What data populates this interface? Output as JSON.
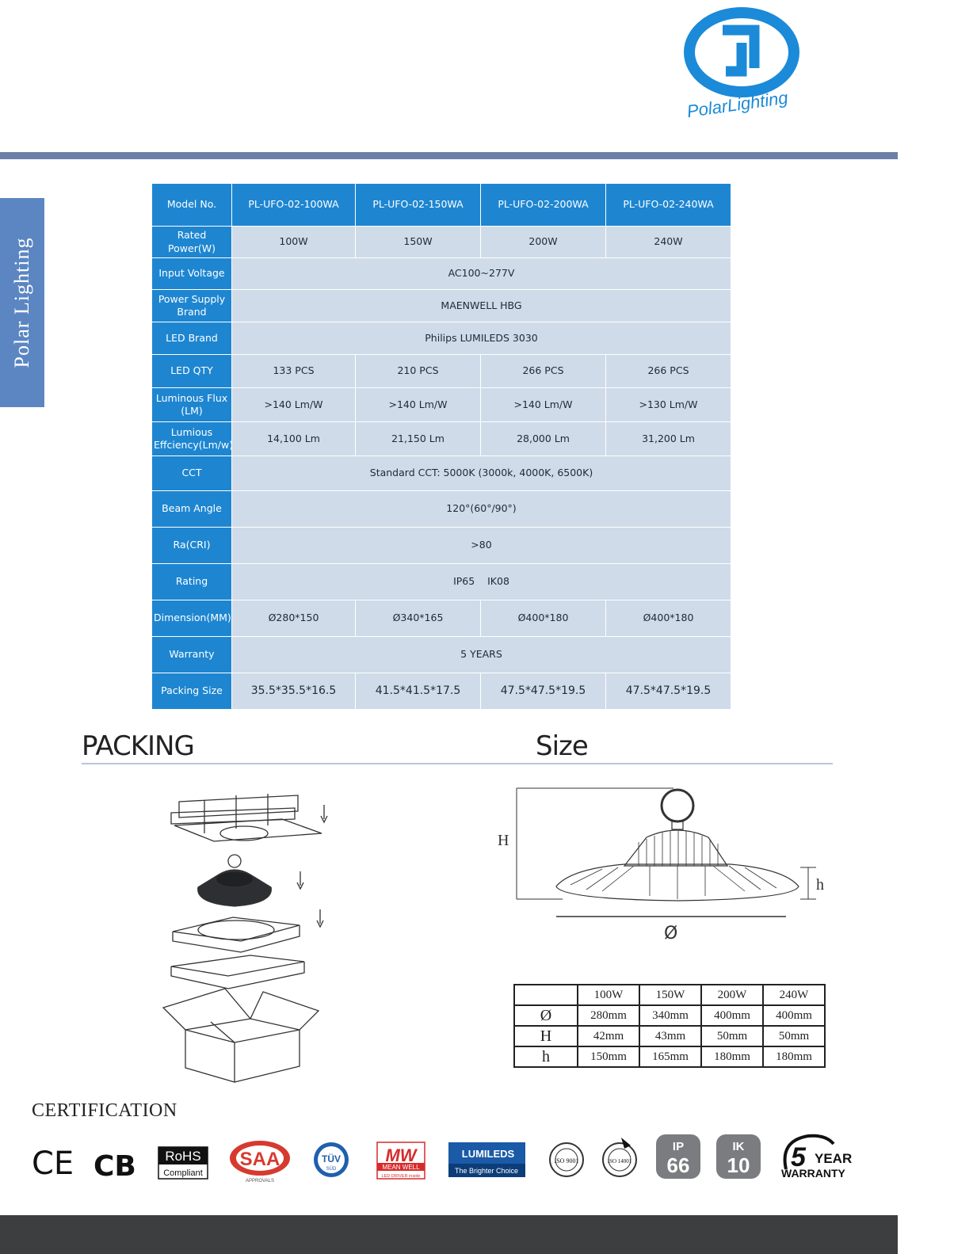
{
  "brand": {
    "logo_text": "PolarLighting",
    "side_tab": "Polar Lighting",
    "accent_color": "#1e86d1",
    "cell_color": "#cfdbe9",
    "rule_color": "#6b7fa8",
    "footer_color": "#3d3e40"
  },
  "spec_table": {
    "model_label": "Model No.",
    "models": [
      "PL-UFO-02-100WA",
      "PL-UFO-02-150WA",
      "PL-UFO-02-200WA",
      "PL-UFO-02-240WA"
    ],
    "rows": [
      {
        "label": "Rated Power(W)",
        "values": [
          "100W",
          "150W",
          "200W",
          "240W"
        ]
      },
      {
        "label": "Input Voltage",
        "merged": "AC100~277V"
      },
      {
        "label": "Power Supply Brand",
        "merged": "MAENWELL HBG"
      },
      {
        "label": "LED  Brand",
        "merged": "Philips LUMILEDS 3030"
      },
      {
        "label": "LED QTY",
        "values": [
          "133 PCS",
          "210 PCS",
          "266 PCS",
          "266 PCS"
        ]
      },
      {
        "label": "Luminous Flux (LM)",
        "values": [
          ">140 Lm/W",
          ">140 Lm/W",
          ">140 Lm/W",
          ">130 Lm/W"
        ]
      },
      {
        "label": "Lumious Effciency(Lm/w)",
        "values": [
          "14,100 Lm",
          "21,150 Lm",
          "28,000 Lm",
          "31,200 Lm"
        ]
      },
      {
        "label": "CCT",
        "merged": "Standard CCT: 5000K (3000k, 4000K, 6500K)"
      },
      {
        "label": "Beam Angle",
        "merged": "120°(60°/90°)"
      },
      {
        "label": "Ra(CRI)",
        "merged": ">80"
      },
      {
        "label": "Rating",
        "merged": "IP65    IK08"
      },
      {
        "label": "Dimension(MM)",
        "values": [
          "Ø280*150",
          "Ø340*165",
          "Ø400*180",
          "Ø400*180"
        ]
      },
      {
        "label": "Warranty",
        "merged": "5 YEARS"
      },
      {
        "label": "Packing Size",
        "values": [
          "35.5*35.5*16.5",
          "41.5*41.5*17.5",
          "47.5*47.5*19.5",
          "47.5*47.5*19.5"
        ]
      }
    ]
  },
  "sections": {
    "packing": "PACKING",
    "size": "Size",
    "certification": "CERTIFICATION"
  },
  "size_diagram": {
    "H": "H",
    "h": "h",
    "diameter": "Ø"
  },
  "size_table": {
    "headers": [
      "",
      "100W",
      "150W",
      "200W",
      "240W"
    ],
    "rows": [
      {
        "label": "Ø",
        "values": [
          "280mm",
          "340mm",
          "400mm",
          "400mm"
        ]
      },
      {
        "label": "H",
        "values": [
          "42mm",
          "43mm",
          "50mm",
          "50mm"
        ]
      },
      {
        "label": "h",
        "values": [
          "150mm",
          "165mm",
          "180mm",
          "180mm"
        ]
      }
    ]
  },
  "certifications": {
    "ce": "CE",
    "cb": "CB",
    "rohs_top": "RoHS",
    "rohs_bottom": "Compliant",
    "saa": "SAA",
    "saa_sub": "APPROVALS",
    "tuv": "TÜV",
    "tuv_sub": "SÜD",
    "meanwell_top": "MW",
    "meanwell_mid": "MEAN WELL",
    "meanwell_bottom": "LED DRIVER inside",
    "lumileds": "LUMILEDS",
    "lumileds_sub": "The Brighter Choice",
    "iso9001": "ISO 9001",
    "iso14001": "ISO 14001",
    "ip": "IP",
    "ip_val": "66",
    "ik": "IK",
    "ik_val": "10",
    "warranty_num": "5",
    "warranty_year": "YEAR",
    "warranty_word": "WARRANTY"
  }
}
